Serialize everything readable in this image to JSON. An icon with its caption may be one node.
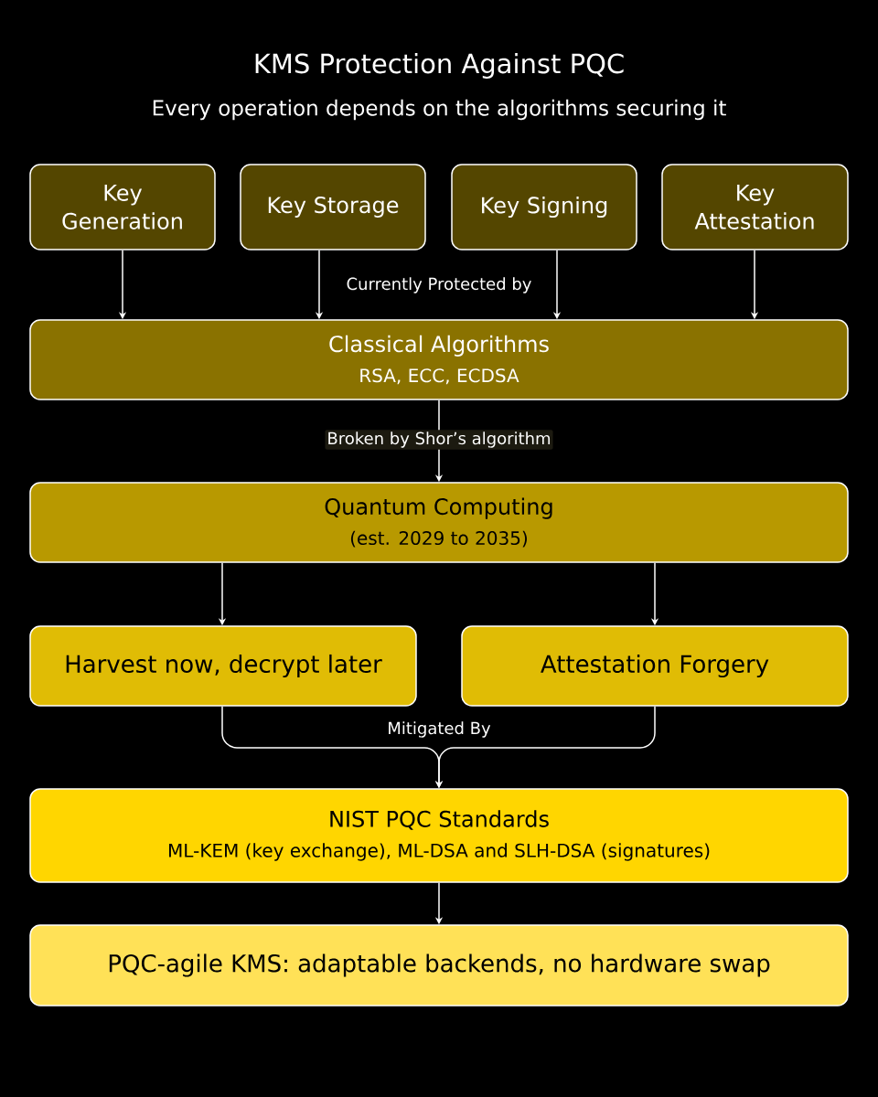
{
  "diagram": {
    "title": "KMS Protection Against PQC",
    "caption": "Every operation depends on the algorithms securing it",
    "nodes": [
      {
        "text": [
          "Key Generation"
        ]
      },
      {
        "text": [
          "Key Storage"
        ]
      },
      {
        "text": [
          "Key Signing"
        ]
      },
      {
        "text": [
          "Key Attestation"
        ]
      },
      {
        "text": [
          "Classical Algorithms",
          "RSA, ECC, ECDSA"
        ]
      },
      {
        "text": [
          "Quantum Computing",
          "(est. 2029 to 2035)"
        ]
      },
      {
        "text": [
          "Harvest now, decrypt later"
        ]
      },
      {
        "text": [
          "Attestation Forgery"
        ]
      },
      {
        "text": [
          "NIST PQC Standards",
          "ML-KEM (key exchange), ML-DSA and SLH-DSA (signatures)"
        ]
      },
      {
        "text": [
          "PQC-agile KMS: adaptable backends, no hardware swap"
        ]
      }
    ],
    "edges": [
      {
        "from": 0,
        "to": 4,
        "arrow": "to"
      },
      {
        "from": 1,
        "to": 4,
        "arrow": "to",
        "label": "Currently Protected by"
      },
      {
        "from": 2,
        "to": 4,
        "arrow": "to"
      },
      {
        "from": 3,
        "to": 4,
        "arrow": "to"
      },
      {
        "from": 4,
        "to": 5,
        "arrow": "to",
        "label": "Broken by Shor’s algorithm"
      },
      {
        "from": 5,
        "to": 6,
        "arrow": "to"
      },
      {
        "from": 5,
        "to": 7,
        "arrow": "to"
      },
      {
        "from": 6,
        "to": 8,
        "arrow": "to",
        "label": "Mitigated By"
      },
      {
        "from": 7,
        "to": 8,
        "arrow": "to"
      },
      {
        "from": 8,
        "to": 9,
        "arrow": "to"
      }
    ]
  }
}
